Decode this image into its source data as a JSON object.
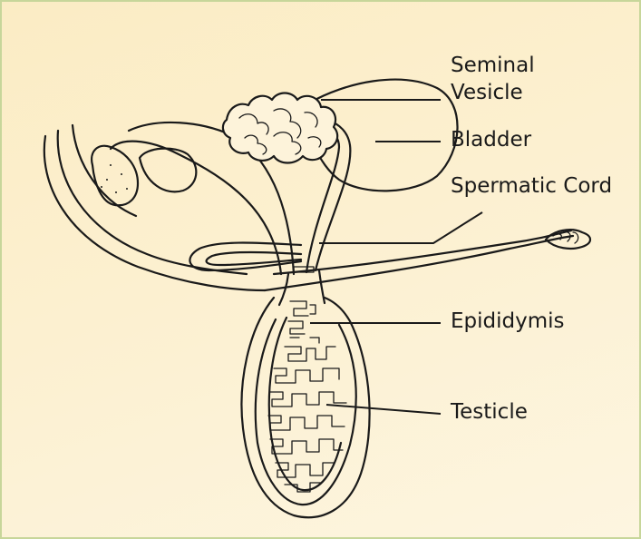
{
  "labels": {
    "seminal_vesicle_line1": "Seminal",
    "seminal_vesicle_line2": "Vesicle",
    "bladder": "Bladder",
    "spermatic_cord": "Spermatic Cord",
    "epididymis": "Epididymis",
    "testicle": "Testicle"
  },
  "colors": {
    "background": "#fcf0d0",
    "border": "#c7d69a",
    "ink": "#1a1a1a"
  }
}
